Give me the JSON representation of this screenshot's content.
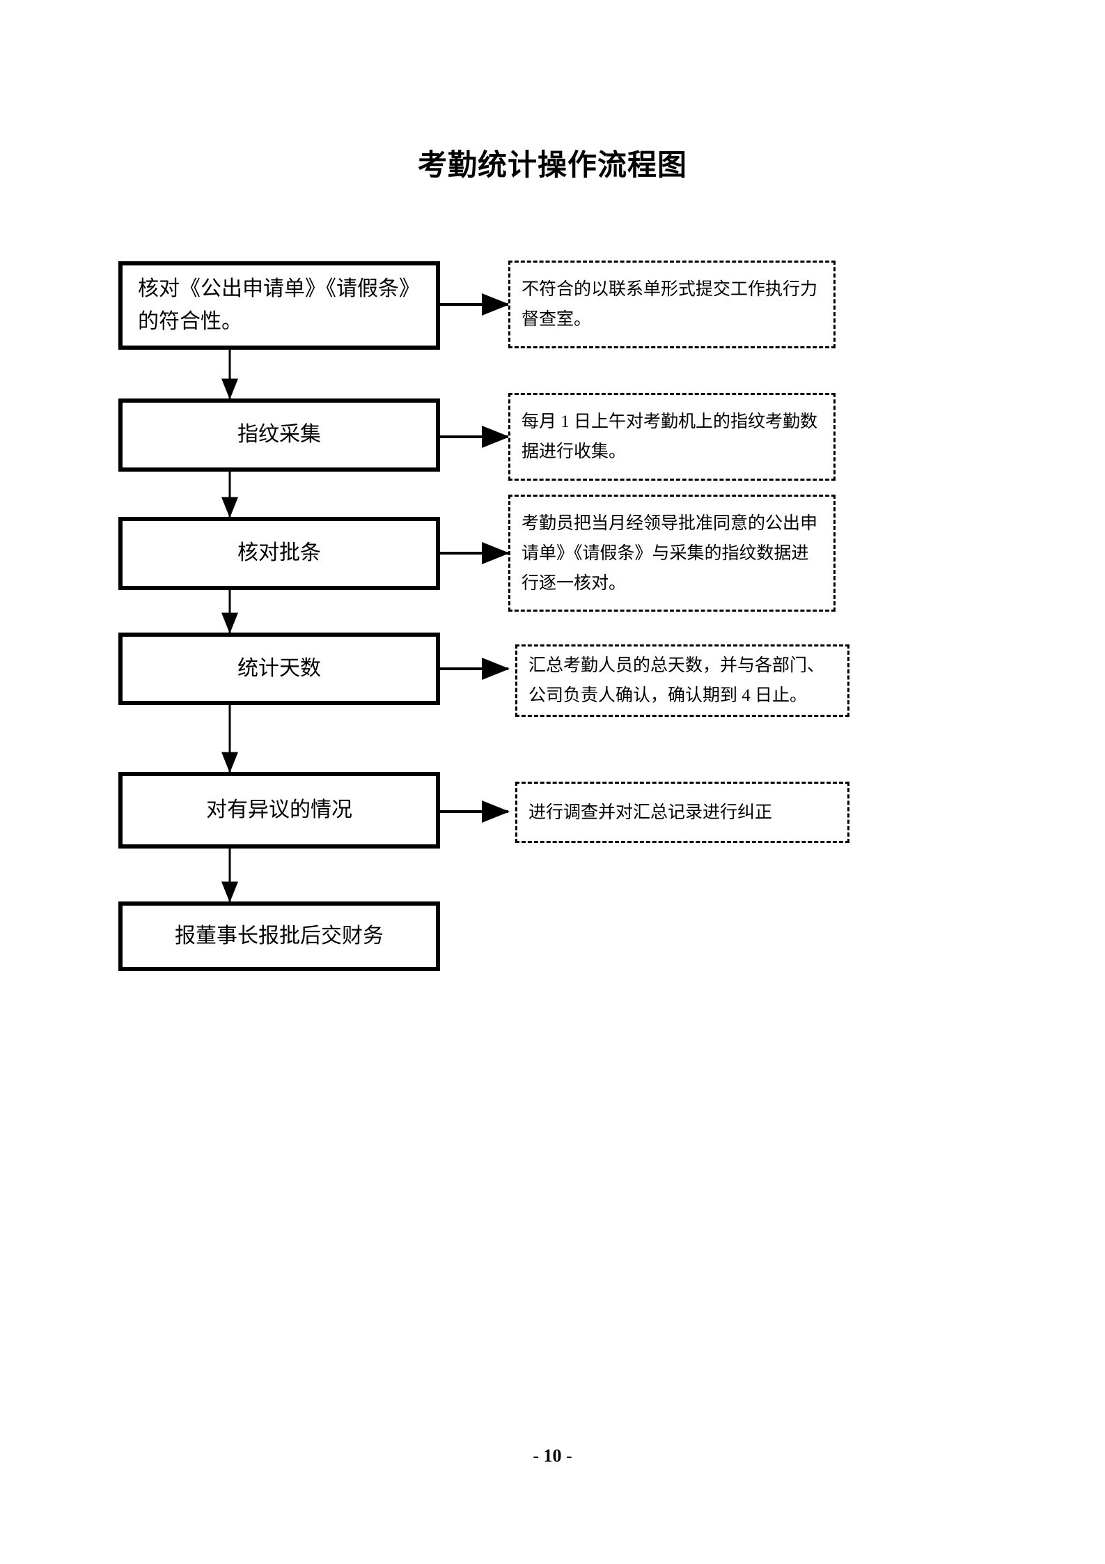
{
  "document": {
    "title": "考勤统计操作流程图",
    "page_number_label": "- 10 -"
  },
  "flow": {
    "steps": [
      {
        "id": "step-1",
        "label": "核对《公出申请单》《请假条》\n的符合性。",
        "align": "left",
        "note": "不符合的以联系单形式提交工作执行力督查室。"
      },
      {
        "id": "step-2",
        "label": "指纹采集",
        "align": "center",
        "note": "每月 1 日上午对考勤机上的指纹考勤数据进行收集。"
      },
      {
        "id": "step-3",
        "label": "核对批条",
        "align": "center",
        "note": "考勤员把当月经领导批准同意的公出申请单》《请假条》与采集的指纹数据进行逐一核对。"
      },
      {
        "id": "step-4",
        "label": "统计天数",
        "align": "center",
        "note": "汇总考勤人员的总天数，并与各部门、公司负责人确认，确认期到 4 日止。"
      },
      {
        "id": "step-5",
        "label": "对有异议的情况",
        "align": "center",
        "note": "进行调查并对汇总记录进行纠正"
      },
      {
        "id": "step-6",
        "label": "报董事长报批后交财务",
        "align": "center",
        "note": null
      }
    ],
    "connector_style": {
      "line_color": "#000000",
      "arrow_color": "#000000",
      "box_border_color": "#000000",
      "note_border_style": "dashed"
    }
  }
}
